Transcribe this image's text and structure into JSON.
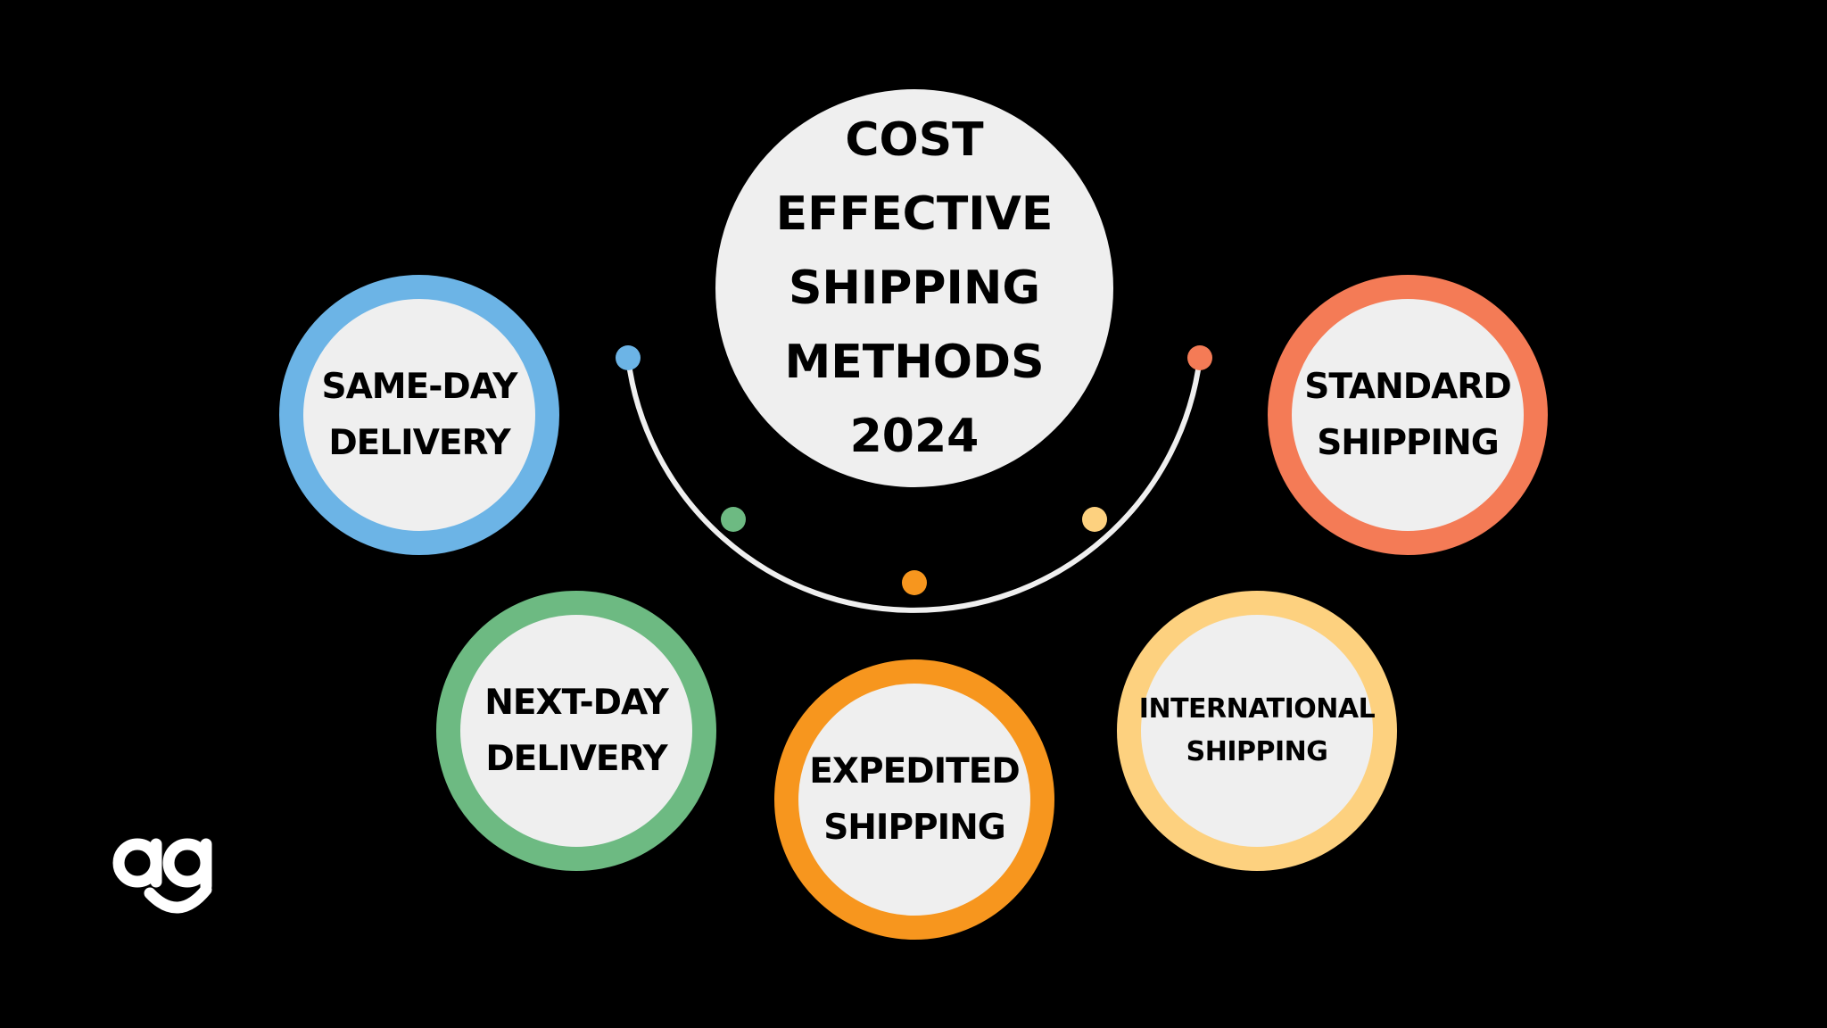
{
  "title": "COST\nEFFECTIVE\nSHIPPING\nMETHODS\n2024",
  "methods": [
    {
      "id": "same-day",
      "label": "SAME-DAY\nDELIVERY",
      "color": "#6cb4e6"
    },
    {
      "id": "next-day",
      "label": "NEXT-DAY\nDELIVERY",
      "color": "#6dba82"
    },
    {
      "id": "expedited",
      "label": "EXPEDITED\nSHIPPING",
      "color": "#f7961e"
    },
    {
      "id": "international",
      "label": "INTERNATIONAL\nSHIPPING",
      "color": "#fdd17f"
    },
    {
      "id": "standard",
      "label": "STANDARD\nSHIPPING",
      "color": "#f47b56"
    }
  ],
  "arc_color": "#efefef",
  "brand": {
    "logo_text": "ag",
    "logo_color": "#ffffff"
  }
}
